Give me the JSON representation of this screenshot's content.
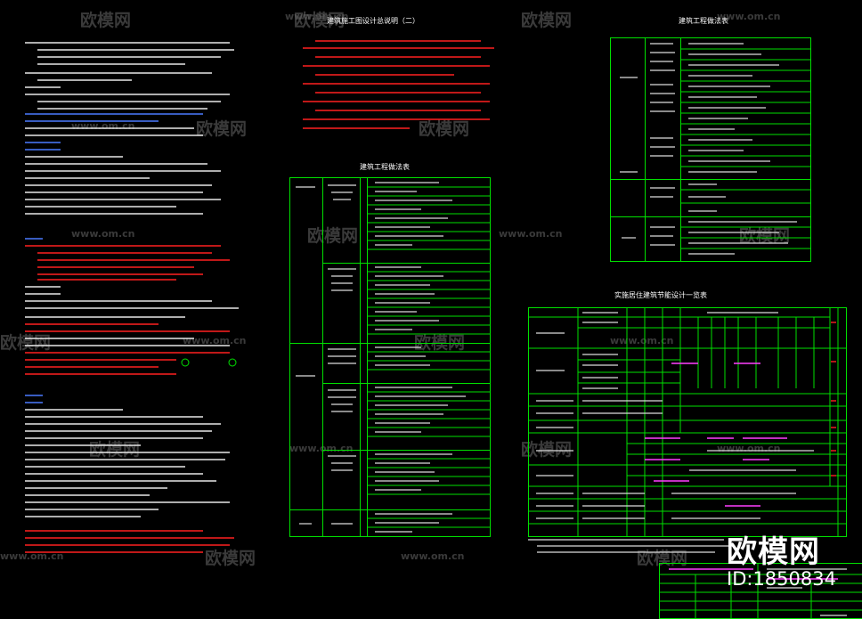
{
  "sheets": {
    "notes_title": "建筑施工图设计总说明（二）",
    "practice_table_title": "建筑工程做法表",
    "top_right_title": "建筑工程做法表",
    "energy_table_title": "实施居住建筑节能设计一览表"
  },
  "watermark": {
    "brand": "欧模网",
    "url": "www.om.cn"
  },
  "brand_overlay": {
    "name": "欧模网",
    "id": "ID:1850834"
  },
  "colors": {
    "background": "#000000",
    "table_lines": "#00e000",
    "text_white": "#ffffff",
    "text_red": "#ff2020",
    "text_blue": "#4a7bff",
    "text_magenta": "#ff40ff",
    "watermark": "#6a6a6a"
  }
}
